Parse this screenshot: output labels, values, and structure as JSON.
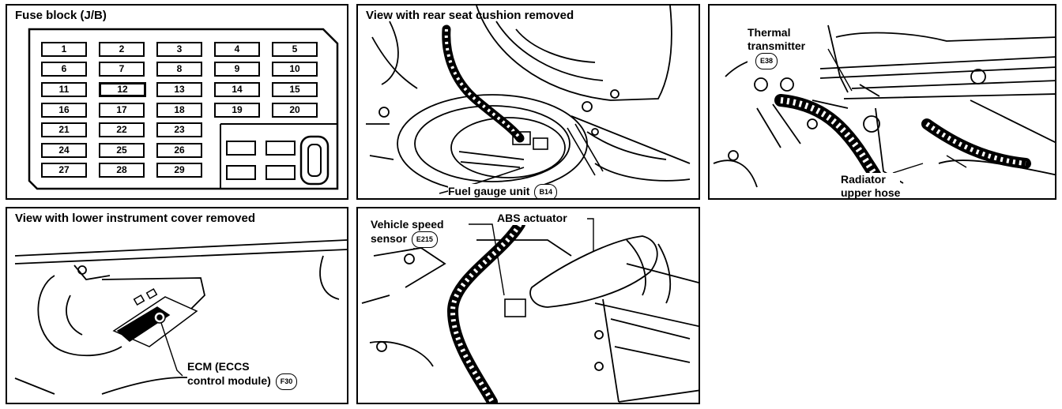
{
  "panels": {
    "fuse_block": {
      "title": "Fuse block (J/B)",
      "fuses": [
        "1",
        "2",
        "3",
        "4",
        "5",
        "6",
        "7",
        "8",
        "9",
        "10",
        "11",
        "12",
        "13",
        "14",
        "15",
        "16",
        "17",
        "18",
        "19",
        "20",
        "21",
        "22",
        "23",
        "24",
        "25",
        "26",
        "27",
        "28",
        "29"
      ]
    },
    "rear_seat": {
      "title": "View with rear seat cushion removed",
      "fuel_gauge_label": "Fuel gauge unit",
      "fuel_gauge_connector": "B14"
    },
    "thermal": {
      "thermal_label_1": "Thermal",
      "thermal_label_2": "transmitter",
      "thermal_connector": "E38",
      "radiator_label_1": "Radiator",
      "radiator_label_2": "upper hose"
    },
    "instrument": {
      "title": "View with lower instrument cover removed",
      "ecm_label_1": "ECM (ECCS",
      "ecm_label_2": "control module)",
      "ecm_connector": "F30"
    },
    "abs": {
      "speed_label_1": "Vehicle speed",
      "speed_label_2": "sensor",
      "speed_connector": "E215",
      "abs_label": "ABS actuator"
    }
  }
}
